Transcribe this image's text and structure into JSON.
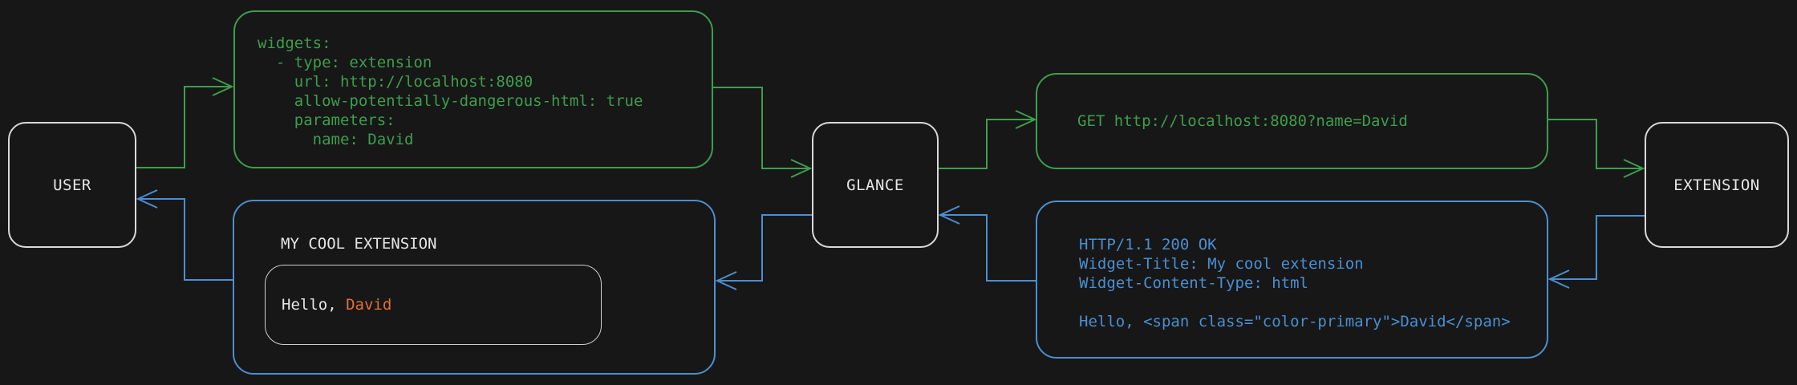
{
  "diagram": {
    "nodes": {
      "user": "USER",
      "glance": "GLANCE",
      "extension": "EXTENSION"
    },
    "config_box": {
      "lines": [
        "widgets:",
        "  - type: extension",
        "    url: http://localhost:8080",
        "    allow-potentially-dangerous-html: true",
        "    parameters:",
        "      name: David"
      ]
    },
    "request_box": {
      "line": "GET http://localhost:8080?name=David"
    },
    "response_box": {
      "lines": [
        "HTTP/1.1 200 OK",
        "Widget-Title: My cool extension",
        "Widget-Content-Type: html",
        "",
        "Hello, <span class=\"color-primary\">David</span>"
      ]
    },
    "widget_box": {
      "title": "MY COOL EXTENSION",
      "hello_prefix": "Hello, ",
      "hello_name": "David"
    },
    "colors": {
      "background": "#171717",
      "green": "#3d9e4c",
      "blue": "#4a8fd2",
      "orange": "#e5702f",
      "node_border": "#d9d9d9",
      "text_light": "#e6e6e6"
    }
  }
}
